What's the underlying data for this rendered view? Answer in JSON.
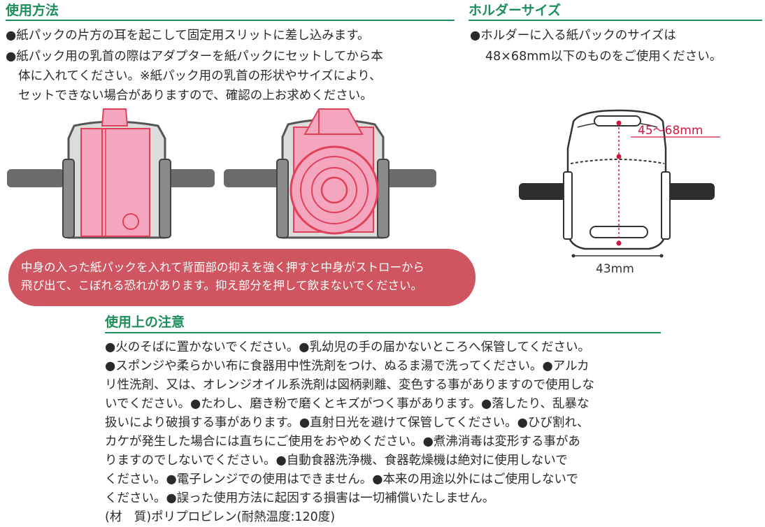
{
  "usage": {
    "title": "使用方法",
    "lines": [
      "●紙パックの片方の耳を起こして固定用スリットに差し込みます。",
      "●紙パック用の乳首の際はアダプターを紙パックにセットしてから本",
      "体に入れてください。※紙パック用の乳首の形状やサイズにより、",
      "セットできない場合がありますので、確認の上お求めください。"
    ]
  },
  "holder": {
    "title": "ホルダーサイズ",
    "lines": [
      "●ホルダーに入る紙パックのサイズは",
      "48×68mm以下のものをご使用ください。"
    ],
    "dim_height": "45～68mm",
    "dim_width": "43mm"
  },
  "warning": {
    "lines": [
      "中身の入った紙パックを入れて背面部の抑えを強く押すと中身がストローから",
      "飛び出て、こぼれる恐れがあります。抑え部分を押して飲まないでください。"
    ]
  },
  "cautions": {
    "title": "使用上の注意",
    "lines": [
      "●火のそばに置かないでください。●乳幼児の手の届かないところへ保管してください。",
      "●スポンジや柔らかい布に食器用中性洗剤をつけ、ぬるま湯で洗ってください。●アルカ",
      "リ性洗剤、又は、オレンジオイル系洗剤は図柄剥離、変色する事がありますので使用しな",
      "いでください。●たわし、磨き粉で磨くとキズがつく事があります。●落したり、乱暴な",
      "扱いにより破損する事があります。●直射日光を避けて保管してください。●ひび割れ、",
      "カケが発生した場合には直ちにご使用をおやめください。●煮沸消毒は変形する事があ",
      "りますのでしないでください。●自動食器洗浄機、食器乾燥機は絶対に使用しないで",
      "ください。●電子レンジでの使用はできません。●本来の用途以外にはご使用しないで",
      "ください。●誤った使用方法に起因する損害は一切補償いたしません。",
      "(材　質)ポリプロピレン(耐熱温度:120度)"
    ]
  },
  "colors": {
    "accent": "#1e8f5a",
    "warning_bg": "#cf5660",
    "pack_pink": "#f3a6bd",
    "dimension_red": "#d01840"
  }
}
